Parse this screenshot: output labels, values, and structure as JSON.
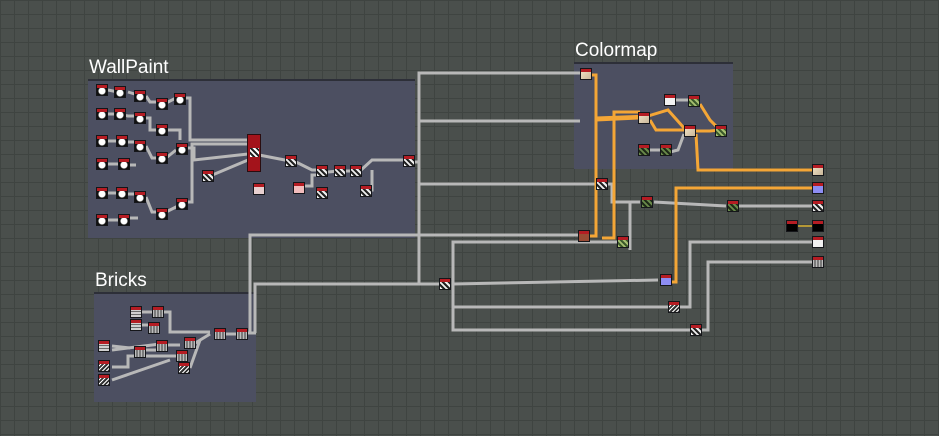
{
  "frames": {
    "wallpaint": {
      "title": "WallPaint"
    },
    "bricks": {
      "title": "Bricks"
    },
    "colormap": {
      "title": "Colormap"
    }
  },
  "colors": {
    "background": "#4a4f4c",
    "frame_fill": "#4c4f61",
    "link_gray": "#b8b8b8",
    "link_orange": "#f4a636",
    "node_header_red": "#b51c23"
  }
}
